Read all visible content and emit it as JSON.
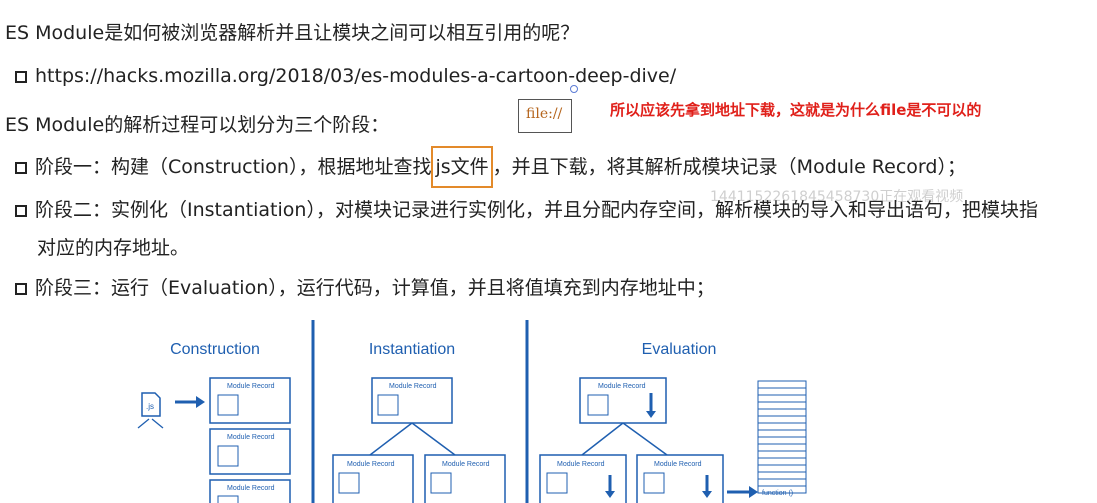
{
  "question": "ES Module是如何被浏览器解析并且让模块之间可以相互引用的呢？",
  "link": "https://hacks.mozilla.org/2018/03/es-modules-a-cartoon-deep-dive/",
  "intro": "ES Module的解析过程可以划分为三个阶段：",
  "annotation": {
    "file_box_text": "file://",
    "note": "所以应该先拿到地址下载，这就是为什么file是不可以的"
  },
  "stages": [
    {
      "before": "阶段一：构建（Construction），根据地址查找",
      "highlight": "js文件",
      "after": "，并且下载，将其解析成模块记录（Module Record）；"
    },
    {
      "text": "阶段二：实例化（Instantiation），对模块记录进行实例化，并且分配内存空间，解析模块的导入和导出语句，把模块指",
      "text_line2": "对应的内存地址。"
    },
    {
      "text": "阶段三：运行（Evaluation），运行代码，计算值，并且将值填充到内存地址中；"
    }
  ],
  "watermark": "1441152261845458730正在观看视频",
  "diagram": {
    "headings": [
      "Construction",
      "Instantiation",
      "Evaluation"
    ],
    "record_label": "Module Record",
    "file_label": ".js",
    "function_label": "function ()"
  },
  "colors": {
    "note_red": "#e0201a",
    "highlight_orange": "#e38a2a",
    "diagram_blue": "#1f5fb0"
  }
}
